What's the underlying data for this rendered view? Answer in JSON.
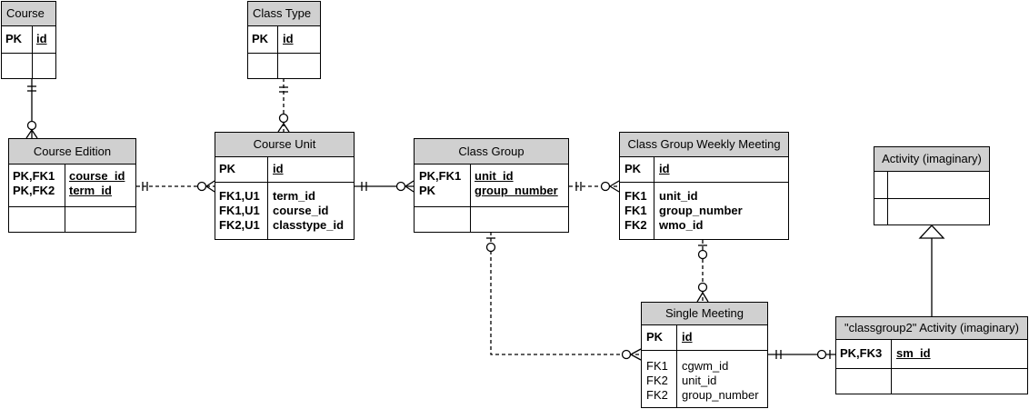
{
  "entities": {
    "course": {
      "title": "Course",
      "pk_keys": [
        "PK"
      ],
      "pk_names": [
        "id"
      ]
    },
    "class_type": {
      "title": "Class Type",
      "pk_keys": [
        "PK"
      ],
      "pk_names": [
        "id"
      ]
    },
    "course_edition": {
      "title": "Course Edition",
      "pk_keys": [
        "PK,FK1",
        "PK,FK2"
      ],
      "pk_names": [
        "course_id",
        "term_id"
      ]
    },
    "course_unit": {
      "title": "Course Unit",
      "pk_keys": [
        "PK"
      ],
      "pk_names": [
        "id"
      ],
      "attr_keys": [
        "FK1,U1",
        "FK1,U1",
        "FK2,U1"
      ],
      "attr_names": [
        "term_id",
        "course_id",
        "classtype_id"
      ]
    },
    "class_group": {
      "title": "Class Group",
      "pk_keys": [
        "PK,FK1",
        "PK"
      ],
      "pk_names": [
        "unit_id",
        "group_number"
      ]
    },
    "class_group_weekly_meeting": {
      "title": "Class Group Weekly Meeting",
      "pk_keys": [
        "PK"
      ],
      "pk_names": [
        "id"
      ],
      "attr_keys": [
        "FK1",
        "FK1",
        "FK2"
      ],
      "attr_names": [
        "unit_id",
        "group_number",
        "wmo_id"
      ]
    },
    "activity": {
      "title": "Activity (imaginary)"
    },
    "single_meeting": {
      "title": "Single Meeting",
      "pk_keys": [
        "PK"
      ],
      "pk_names": [
        "id"
      ],
      "attr_keys": [
        "FK1",
        "FK2",
        "FK2"
      ],
      "attr_names": [
        "cgwm_id",
        "unit_id",
        "group_number"
      ]
    },
    "classgroup2_activity": {
      "title": "\"classgroup2\" Activity (imaginary)",
      "pk_keys": [
        "PK,FK3"
      ],
      "pk_names": [
        "sm_id"
      ]
    }
  }
}
